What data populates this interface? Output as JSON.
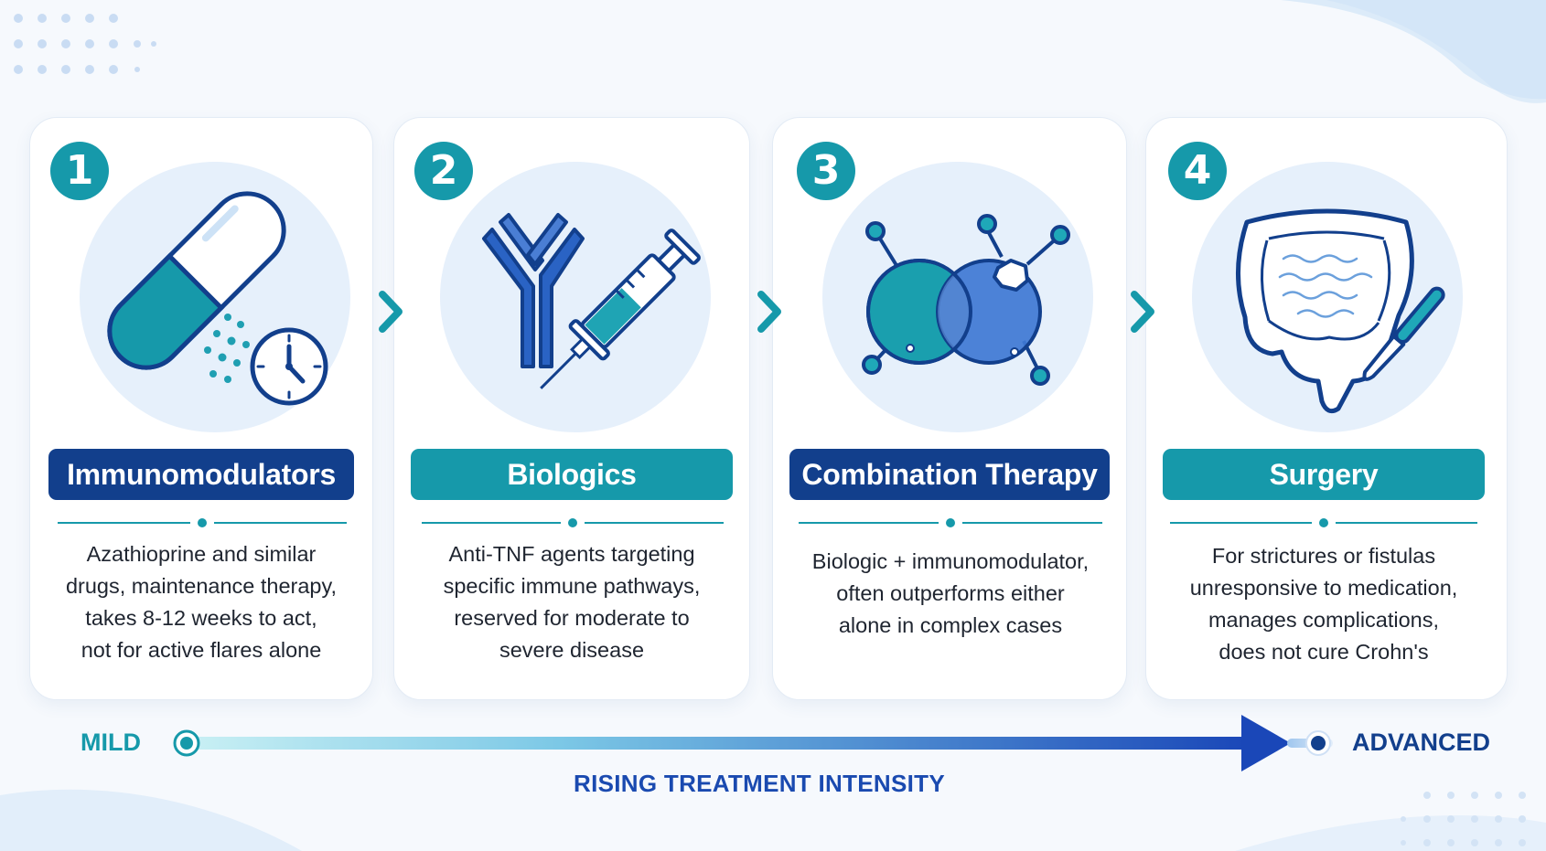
{
  "steps": [
    {
      "number": "1",
      "title": "Immunomodulators",
      "icon": "pill-capsule-clock-icon",
      "description_lines": [
        "Azathioprine and similar",
        "drugs, maintenance therapy,",
        "takes 8-12 weeks to act,",
        "not for active flares alone"
      ]
    },
    {
      "number": "2",
      "title": "Biologics",
      "icon": "antibody-syringe-icon",
      "description_lines": [
        "Anti-TNF agents targeting",
        "specific immune pathways,",
        "reserved for moderate to",
        "severe disease"
      ]
    },
    {
      "number": "3",
      "title": "Combination Therapy",
      "icon": "overlapping-molecules-icon",
      "description_lines": [
        "Biologic + immunomodulator,",
        "often outperforms either",
        "alone in complex cases"
      ]
    },
    {
      "number": "4",
      "title": "Surgery",
      "icon": "intestine-scalpel-icon",
      "description_lines": [
        "For strictures or fistulas",
        "unresponsive to medication,",
        "manages complications,",
        "does not cure Crohn's"
      ]
    }
  ],
  "scale": {
    "start_label": "MILD",
    "end_label": "ADVANCED",
    "caption": "RISING TREATMENT INTENSITY"
  },
  "colors": {
    "navy": "#123f8c",
    "teal": "#1699aa",
    "blue": "#1a4ab0",
    "icon_bg": "#e6f0fb"
  }
}
